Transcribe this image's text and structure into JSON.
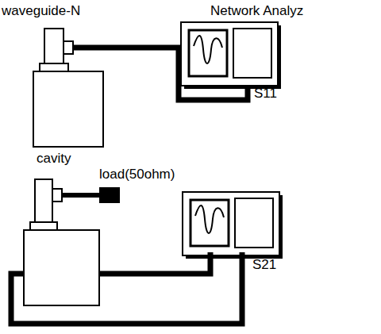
{
  "diagram": {
    "nodes": [
      {
        "text": [
          "waveguide-N"
        ]
      },
      {
        "text": [
          "Network Analyz",
          "S11"
        ]
      },
      {
        "text": [
          "cavity"
        ]
      },
      {
        "text": [
          "load(50ohm)"
        ]
      },
      {
        "text": [
          "S21"
        ]
      }
    ],
    "edges": [
      {
        "from": 0,
        "to": 1,
        "arrow": "none"
      }
    ]
  }
}
